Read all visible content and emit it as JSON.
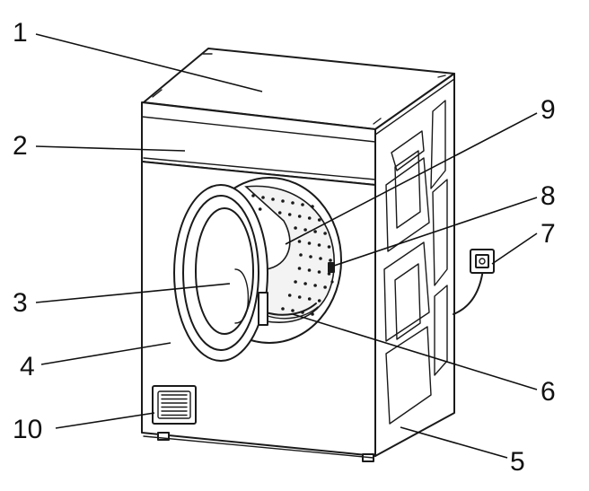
{
  "callouts": [
    {
      "id": "top-cover",
      "label": "1"
    },
    {
      "id": "control-panel",
      "label": "2"
    },
    {
      "id": "door",
      "label": "3"
    },
    {
      "id": "front-panel",
      "label": "4"
    },
    {
      "id": "side-panel",
      "label": "5"
    },
    {
      "id": "filter",
      "label": "6"
    },
    {
      "id": "power-plug",
      "label": "7"
    },
    {
      "id": "door-lock",
      "label": "8"
    },
    {
      "id": "drum",
      "label": "9"
    },
    {
      "id": "air-vent",
      "label": "10"
    }
  ],
  "colors": {
    "line": "#1a1a1a",
    "background": "#ffffff"
  }
}
